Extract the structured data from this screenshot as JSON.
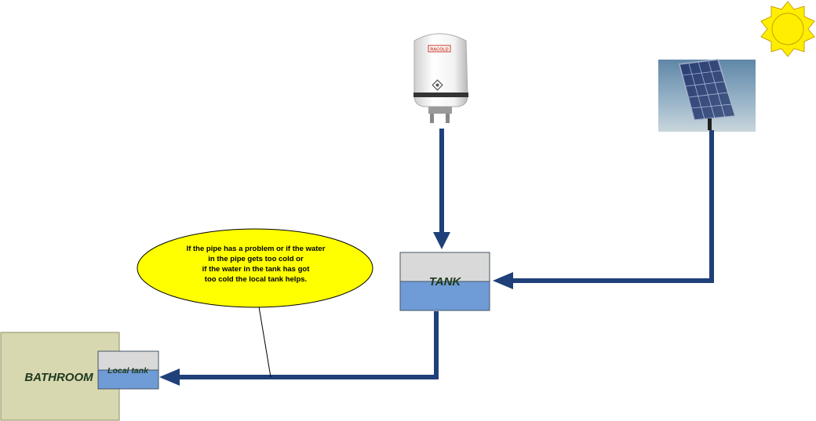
{
  "labels": {
    "tank": "TANK",
    "bathroom": "BATHROOM",
    "local_tank": "Local tank"
  },
  "callout": {
    "lines": [
      "If the pipe has a problem or if the water",
      "in the pipe gets too cold or",
      "if the water in the tank has got",
      "too cold the local tank helps."
    ]
  },
  "heater": {
    "brand": "RACOLD"
  },
  "colors": {
    "pipe": "#1f4079",
    "water": "#6f9bd6",
    "tank_air": "#d9d9d9",
    "bathroom_fill": "#d8d8b0",
    "bathroom_border": "#8e8e6a",
    "callout_fill": "#ffff00",
    "label_text": "#1e3a1e",
    "sun": "#ffee00"
  },
  "icons": [
    "sun-icon",
    "water-heater-icon",
    "solar-panel-icon"
  ]
}
